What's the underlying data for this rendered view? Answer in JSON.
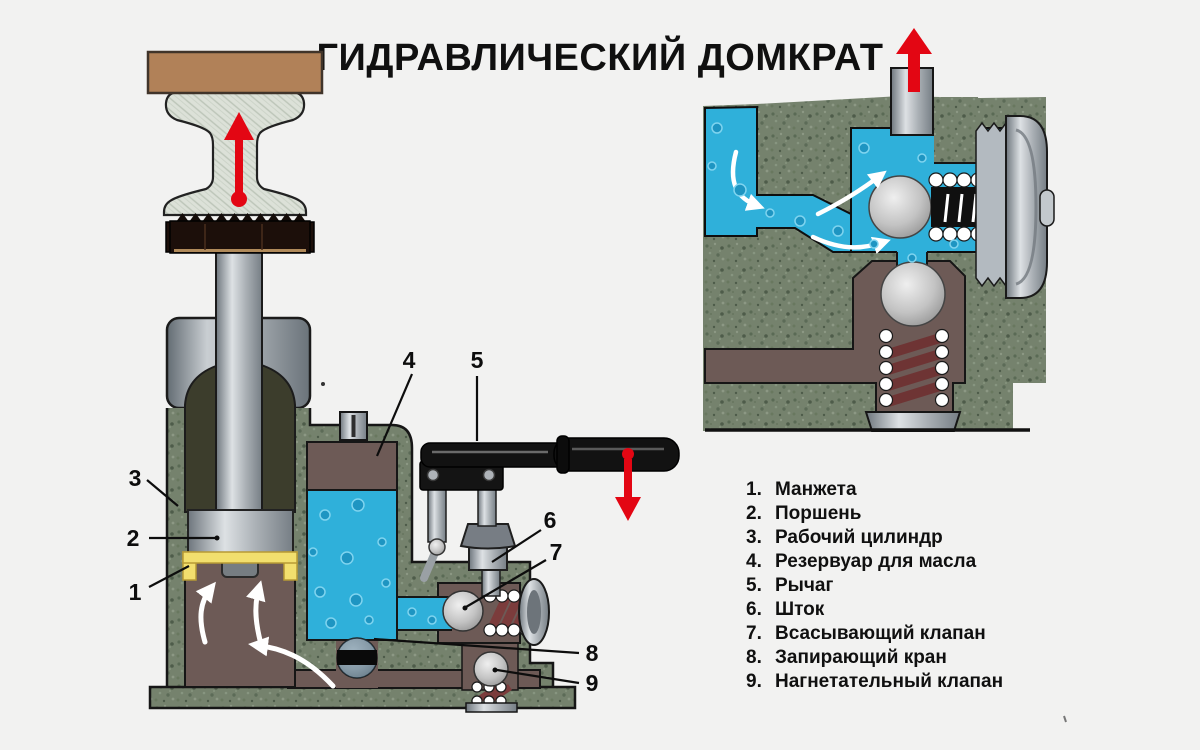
{
  "title": "ГИДРАВЛИЧЕСКИЙ ДОМКРАТ",
  "legend": {
    "items": [
      {
        "num": "1.",
        "label": "Манжета"
      },
      {
        "num": "2.",
        "label": "Поршень"
      },
      {
        "num": "3.",
        "label": "Рабочий цилиндр"
      },
      {
        "num": "4.",
        "label": "Резервуар для масла"
      },
      {
        "num": "5.",
        "label": "Рычаг"
      },
      {
        "num": "6.",
        "label": "Шток"
      },
      {
        "num": "7.",
        "label": "Всасывающий клапан"
      },
      {
        "num": "8.",
        "label": "Запирающий кран"
      },
      {
        "num": "9.",
        "label": "Нагнетательный клапан"
      }
    ]
  },
  "callouts": {
    "n1": "1",
    "n2": "2",
    "n3": "3",
    "n4": "4",
    "n5": "5",
    "n6": "6",
    "n7": "7",
    "n8": "8",
    "n9": "9"
  },
  "colors": {
    "body_green": "#75826d",
    "oil_blue": "#2fb0da",
    "chamber_brown": "#6d5a56",
    "cuff_yellow": "#f2df6e",
    "beam_wood": "#b18158",
    "arrow_red": "#e30613",
    "spring_maroon": "#7b3c3c",
    "metal_gray": "#aab0b5"
  }
}
